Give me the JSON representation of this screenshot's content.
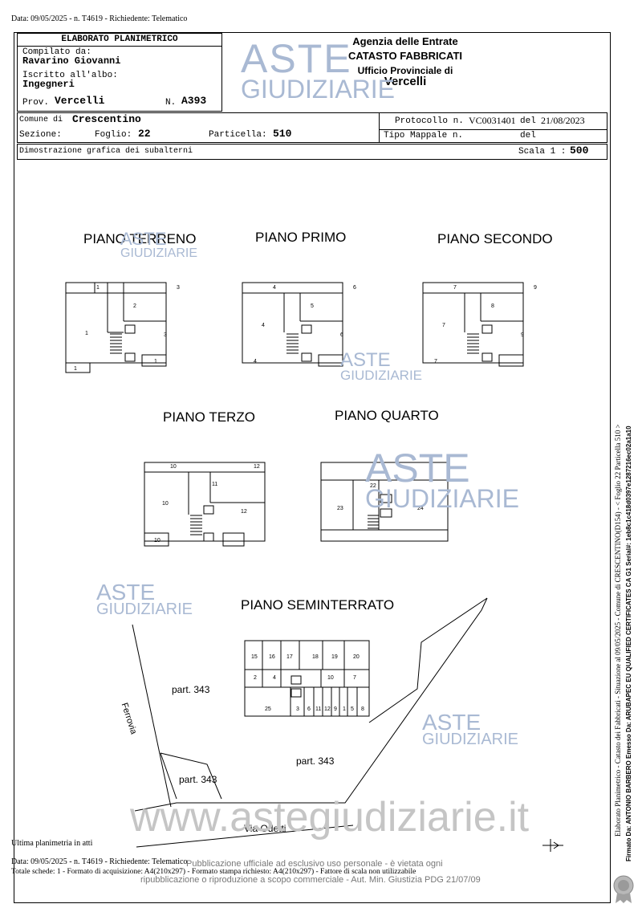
{
  "header_line": "Data: 09/05/2025 - n. T4619 - Richiedente: Telematico",
  "elaborato": {
    "title": "ELABORATO PLANIMETRICO",
    "compilato_label": "Compilato da:",
    "compilato_value": "Ravarino Giovanni",
    "iscritto_label": "Iscritto all'albo:",
    "iscritto_value": "Ingegneri",
    "prov_label": "Prov.",
    "prov_value": "Vercelli",
    "n_label": "N.",
    "n_value": "A393"
  },
  "agency": {
    "line1": "Agenzia delle Entrate",
    "line2": "CATASTO FABBRICATI",
    "line3": "Ufficio Provinciale di",
    "line4": "Vercelli"
  },
  "comune": {
    "comune_label": "Comune di",
    "comune_value": "Crescentino",
    "sezione_label": "Sezione:",
    "foglio_label": "Foglio:",
    "foglio_value": "22",
    "particella_label": "Particella:",
    "particella_value": "510",
    "protocollo_label": "Protocollo n.",
    "protocollo_value": "VC0031401",
    "del_label": "del",
    "del_value": "21/08/2023",
    "tipo_label": "Tipo Mappale n.",
    "del2_label": "del"
  },
  "dimostrazione": {
    "label": "Dimostrazione grafica dei subalterni",
    "scala_label": "Scala 1 :",
    "scala_value": "500"
  },
  "watermark": {
    "aste": "ASTE",
    "giudiziarie": "GIUDIZIARIE",
    "big_url": "www.astegiudiziarie.it"
  },
  "floors": {
    "terreno": {
      "title": "PIANO TERRENO",
      "labels": [
        "1",
        "2",
        "3",
        "1",
        "3",
        "1",
        "1"
      ]
    },
    "primo": {
      "title": "PIANO PRIMO",
      "labels": [
        "4",
        "5",
        "6",
        "4",
        "6",
        "4"
      ]
    },
    "secondo": {
      "title": "PIANO SECONDO",
      "labels": [
        "7",
        "8",
        "9",
        "7",
        "9",
        "7"
      ]
    },
    "terzo": {
      "title": "PIANO TERZO",
      "labels": [
        "10",
        "11",
        "12",
        "10",
        "12",
        "10"
      ]
    },
    "quarto": {
      "title": "PIANO QUARTO",
      "labels": [
        "22",
        "23",
        "24"
      ]
    },
    "seminterrato": {
      "title": "PIANO SEMINTERRATO",
      "labels": [
        "15",
        "16",
        "17",
        "18",
        "19",
        "20",
        "2",
        "4",
        "10",
        "7",
        "25",
        "3",
        "6",
        "11",
        "12",
        "9",
        "1",
        "5",
        "8"
      ]
    }
  },
  "site": {
    "part1": "part. 343",
    "part2": "part. 343",
    "part3": "part. 343",
    "ferrovia": "Ferrovia",
    "via": "Via Odetti"
  },
  "side_text": {
    "line1": "Elaborato Planimetrico - Catasto dei Fabbricati - Situazione al 09/05/2025 - Comune di CRESCENTINO(D154) - < Foglio 22 Particella 510 >",
    "line2": "Firmato Da: ANTONIO BARBERO Emesso Da: ARUBAPEC EU QUALIFIED CERTIFICATES CA G1 Serial#: 1eb8c1c418d0397e1287216ec02a1a10"
  },
  "footer": {
    "ultima": "Ultima planimetria in atti",
    "line1": "Data: 09/05/2025 - n. T4619 - Richiedente: Telematico",
    "line2": "Totale schede: 1 - Formato di acquisizione: A4(210x297) - Formato stampa richiesto: A4(210x297) - Fattore di scala non utilizzabile",
    "pub1": "Pubblicazione ufficiale ad esclusivo uso personale - è vietata ogni",
    "pub2": "ripubblicazione o riproduzione a scopo commerciale - Aut. Min. Giustizia PDG 21/07/09"
  }
}
